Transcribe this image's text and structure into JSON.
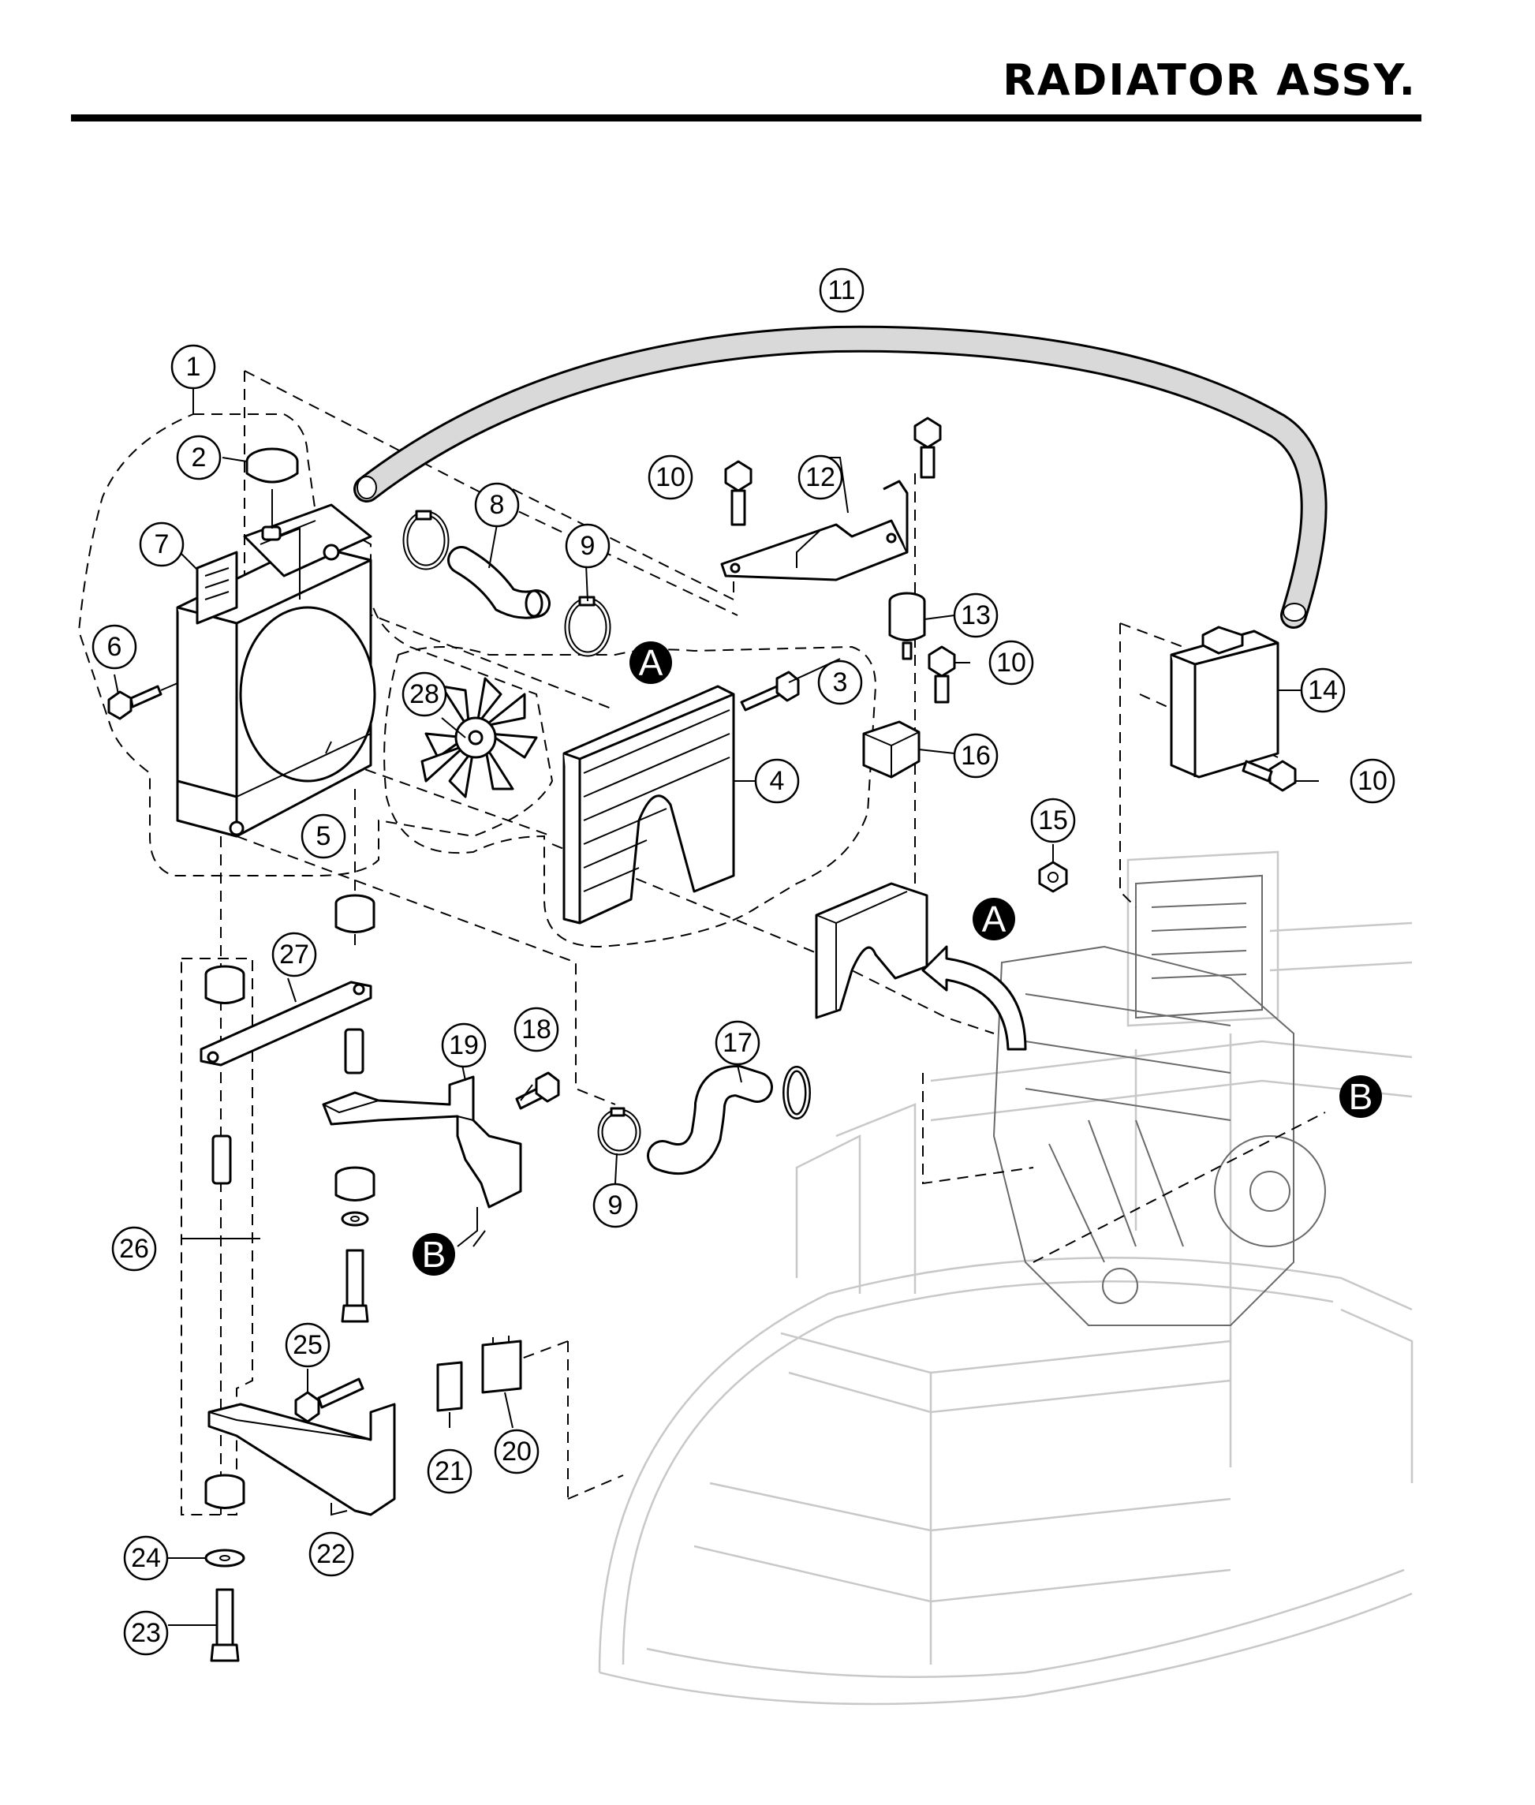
{
  "header": {
    "title": "RADIATOR ASSY."
  },
  "callouts": [
    {
      "id": "c1",
      "label": "1"
    },
    {
      "id": "c2",
      "label": "2"
    },
    {
      "id": "c3",
      "label": "3"
    },
    {
      "id": "c4",
      "label": "4"
    },
    {
      "id": "c5",
      "label": "5"
    },
    {
      "id": "c6",
      "label": "6"
    },
    {
      "id": "c7",
      "label": "7"
    },
    {
      "id": "c8",
      "label": "8"
    },
    {
      "id": "c9a",
      "label": "9"
    },
    {
      "id": "c9b",
      "label": "9"
    },
    {
      "id": "c10a",
      "label": "10"
    },
    {
      "id": "c10b",
      "label": "10"
    },
    {
      "id": "c10c",
      "label": "10"
    },
    {
      "id": "c11",
      "label": "11"
    },
    {
      "id": "c12",
      "label": "12"
    },
    {
      "id": "c13",
      "label": "13"
    },
    {
      "id": "c14",
      "label": "14"
    },
    {
      "id": "c15",
      "label": "15"
    },
    {
      "id": "c16",
      "label": "16"
    },
    {
      "id": "c17",
      "label": "17"
    },
    {
      "id": "c18",
      "label": "18"
    },
    {
      "id": "c19",
      "label": "19"
    },
    {
      "id": "c20",
      "label": "20"
    },
    {
      "id": "c21",
      "label": "21"
    },
    {
      "id": "c22",
      "label": "22"
    },
    {
      "id": "c23",
      "label": "23"
    },
    {
      "id": "c24",
      "label": "24"
    },
    {
      "id": "c25",
      "label": "25"
    },
    {
      "id": "c26",
      "label": "26"
    },
    {
      "id": "c27",
      "label": "27"
    },
    {
      "id": "c28",
      "label": "28"
    }
  ],
  "references": [
    {
      "id": "rA1",
      "label": "A"
    },
    {
      "id": "rA2",
      "label": "A"
    },
    {
      "id": "rB1",
      "label": "B"
    },
    {
      "id": "rB2",
      "label": "B"
    }
  ]
}
